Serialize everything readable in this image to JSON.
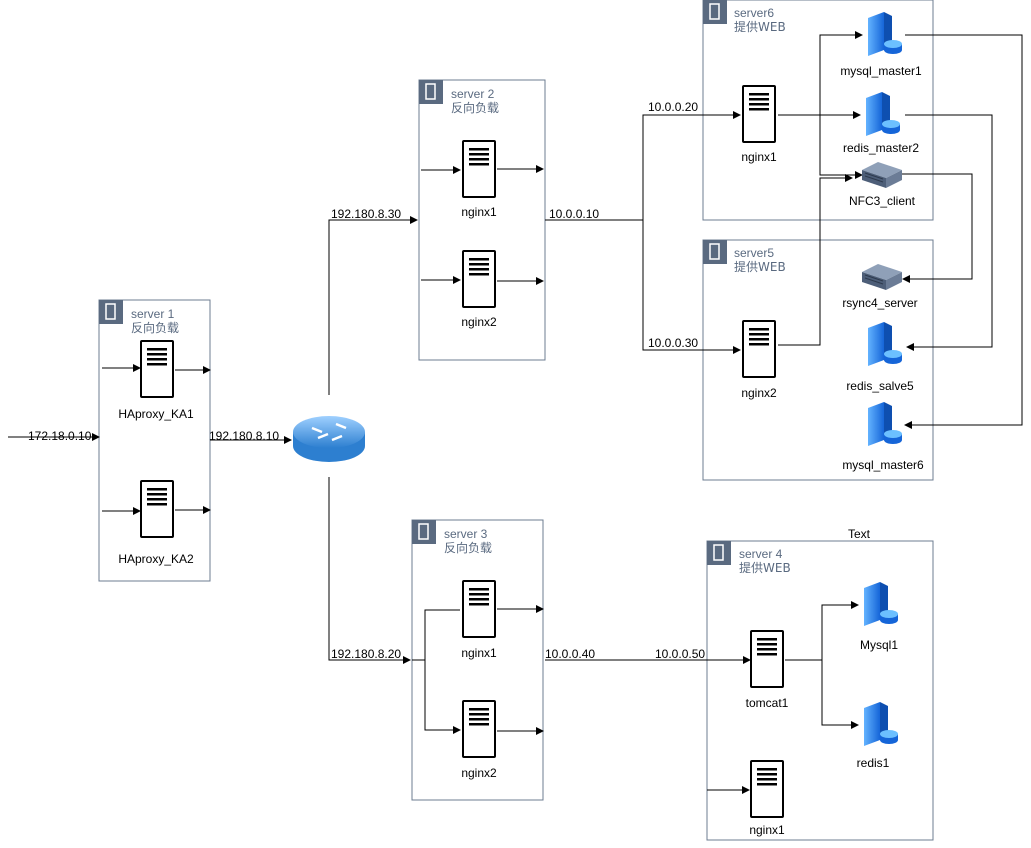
{
  "groups": {
    "server1": {
      "title": "server 1",
      "subtitle": "反向负载"
    },
    "server2": {
      "title": "server 2",
      "subtitle": "反向负载"
    },
    "server3": {
      "title": "server 3",
      "subtitle": "反向负载"
    },
    "server4": {
      "title": "server 4",
      "subtitle": "提供WEB"
    },
    "server5": {
      "title": "server5",
      "subtitle": "提供WEB"
    },
    "server6": {
      "title": "server6",
      "subtitle": "提供WEB"
    }
  },
  "nodes": {
    "haproxy1": "HAproxy_KA1",
    "haproxy2": "HAproxy_KA2",
    "s2_nginx1": "nginx1",
    "s2_nginx2": "nginx2",
    "s3_nginx1": "nginx1",
    "s3_nginx2": "nginx2",
    "s6_nginx1": "nginx1",
    "s5_nginx2": "nginx2",
    "tomcat1": "tomcat1",
    "s4_nginx1": "nginx1",
    "mysql_master1": "mysql_master1",
    "redis_master2": "redis_master2",
    "nfc3_client": "NFC3_client",
    "rsync4_server": "rsync4_server",
    "redis_salve5": "redis_salve5",
    "mysql_master6": "mysql_master6",
    "mysql1": "Mysql1",
    "redis1": "redis1"
  },
  "edges": {
    "ip_in": "172.18.0.10",
    "ip_router_in": "192.180.8.10",
    "ip_server2": "192.180.8.30",
    "ip_server3": "192.180.8.20",
    "ip_s2_out": "10.0.0.10",
    "ip_s6_in": "10.0.0.20",
    "ip_s5_in": "10.0.0.30",
    "ip_s3_out": "10.0.0.40",
    "ip_s4_in": "10.0.0.50"
  },
  "free_text": "Text",
  "colors": {
    "group_border": "#6c7c91",
    "group_header": "#5a6a80",
    "db_blue": "#1a73e8",
    "router_blue": "#4a9be0"
  }
}
